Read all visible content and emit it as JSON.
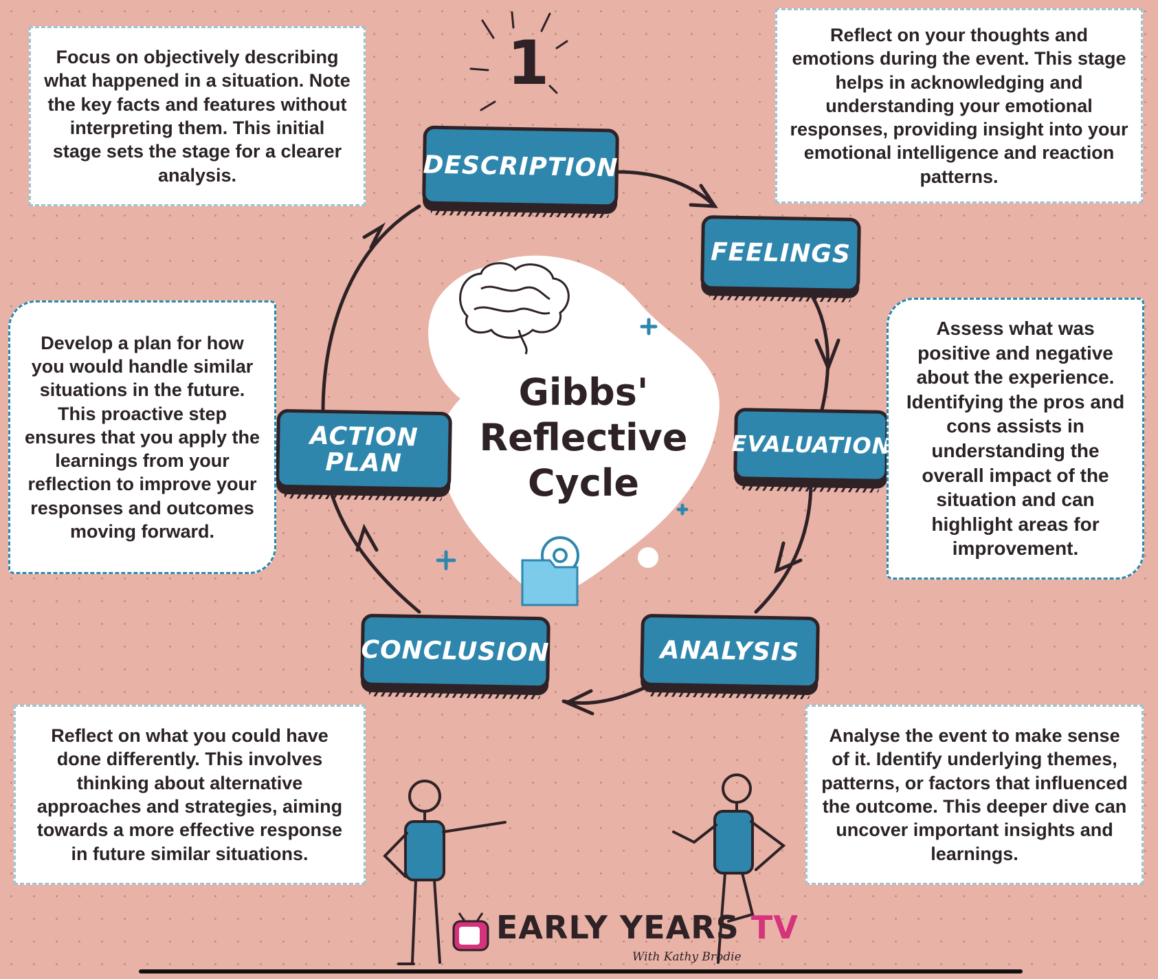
{
  "title_lines": [
    "Gibbs'",
    "Reflective",
    "Cycle"
  ],
  "stage_number": "1",
  "stages": {
    "description": "DESCRIPTION",
    "feelings": "FEELINGS",
    "evaluation": "EVALUATION",
    "analysis": "ANALYSIS",
    "conclusion": "CONCLUSION",
    "action_plan": "ACTION PLAN"
  },
  "notes": {
    "description": "Focus on objectively describing what happened in a situation. Note the key facts and features without interpreting them. This initial stage sets the stage for a clearer analysis.",
    "feelings": "Reflect on your thoughts and emotions during the event. This stage helps in acknowledging and understanding your emotional responses, providing insight into your emotional intelligence and reaction patterns.",
    "evaluation": "Assess what was positive and negative about the experience. Identifying the pros and cons assists in understanding the overall impact of the situation and can highlight areas for improvement.",
    "analysis": "Analyse the event to make sense of it. Identify underlying themes, patterns, or factors that influenced the outcome. This deeper dive can uncover important insights and learnings.",
    "conclusion": "Reflect on what you could have done differently. This involves thinking about alternative approaches and strategies, aiming towards a more effective response in future similar situations.",
    "action_plan": "Develop a plan for how you would handle similar situations in the future. This proactive step ensures that you apply the learnings from your reflection to improve your responses and outcomes moving forward."
  },
  "brand": {
    "name_part1": "EARLY YEARS ",
    "name_part2": "TV",
    "subtitle": "With Kathy Brodie"
  },
  "icons": [
    "brain-icon",
    "folder-gear-icon",
    "television-icon",
    "stick-figure-left",
    "stick-figure-right"
  ],
  "colors": {
    "background": "#e8b2a6",
    "stage_fill": "#2e86ad",
    "outline": "#2e2226",
    "accent": "#d5337b",
    "folder": "#7ccbea"
  }
}
